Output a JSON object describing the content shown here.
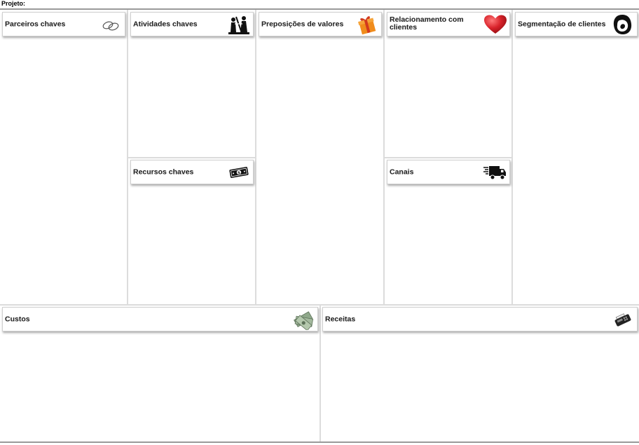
{
  "header": {
    "project_label": "Projeto:"
  },
  "blocks": {
    "key_partners": {
      "label": "Parceiros chaves",
      "icon": "rings-icon"
    },
    "key_activities": {
      "label": "Atividades chaves",
      "icon": "workers-icon"
    },
    "key_resources": {
      "label": "Recursos chaves",
      "icon": "money-bill-icon"
    },
    "value_propositions": {
      "label": "Preposições de valores",
      "icon": "gift-icon"
    },
    "customer_relationships": {
      "label": "Relacionamento com clientes",
      "icon": "heart-icon"
    },
    "channels": {
      "label": "Canais",
      "icon": "delivery-truck-icon"
    },
    "customer_segments": {
      "label": "Segmentação de clientes",
      "icon": "mother-child-icon"
    },
    "costs": {
      "label": "Custos",
      "icon": "money-stack-icon"
    },
    "revenues": {
      "label": "Receitas",
      "icon": "card-terminal-icon"
    }
  },
  "colors": {
    "heart": "#d8222a",
    "gift": "#f08c1c",
    "divider": "#dcdcdc"
  }
}
